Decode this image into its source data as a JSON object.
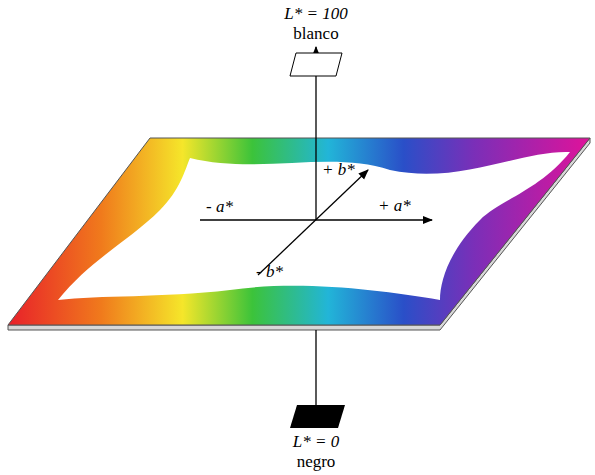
{
  "diagram": {
    "labels": [
      "L* = 100",
      "blanco",
      "+ b*",
      "- a*",
      "+ a*",
      "- b*",
      "L* = 0",
      "negro"
    ]
  }
}
